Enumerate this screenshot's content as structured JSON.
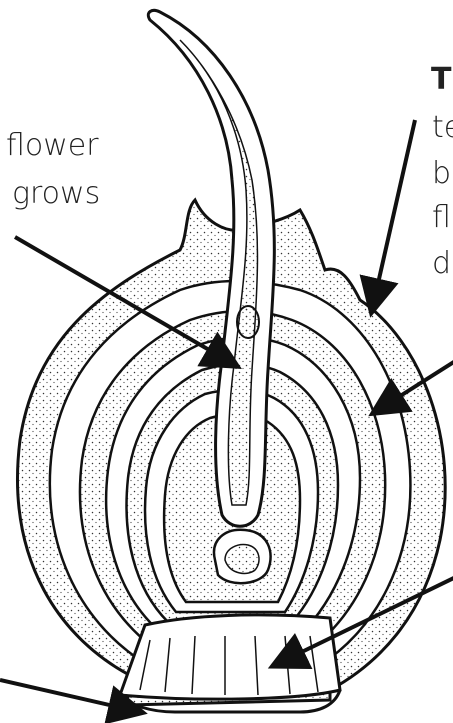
{
  "labels": {
    "flower_line1": "flower",
    "flower_line2": "grows",
    "right_title": "T",
    "right_line1": "te",
    "right_line2": "b",
    "right_line3": "fl",
    "right_line4": "d"
  },
  "colors": {
    "ink": "#222222",
    "paper": "#ffffff"
  }
}
